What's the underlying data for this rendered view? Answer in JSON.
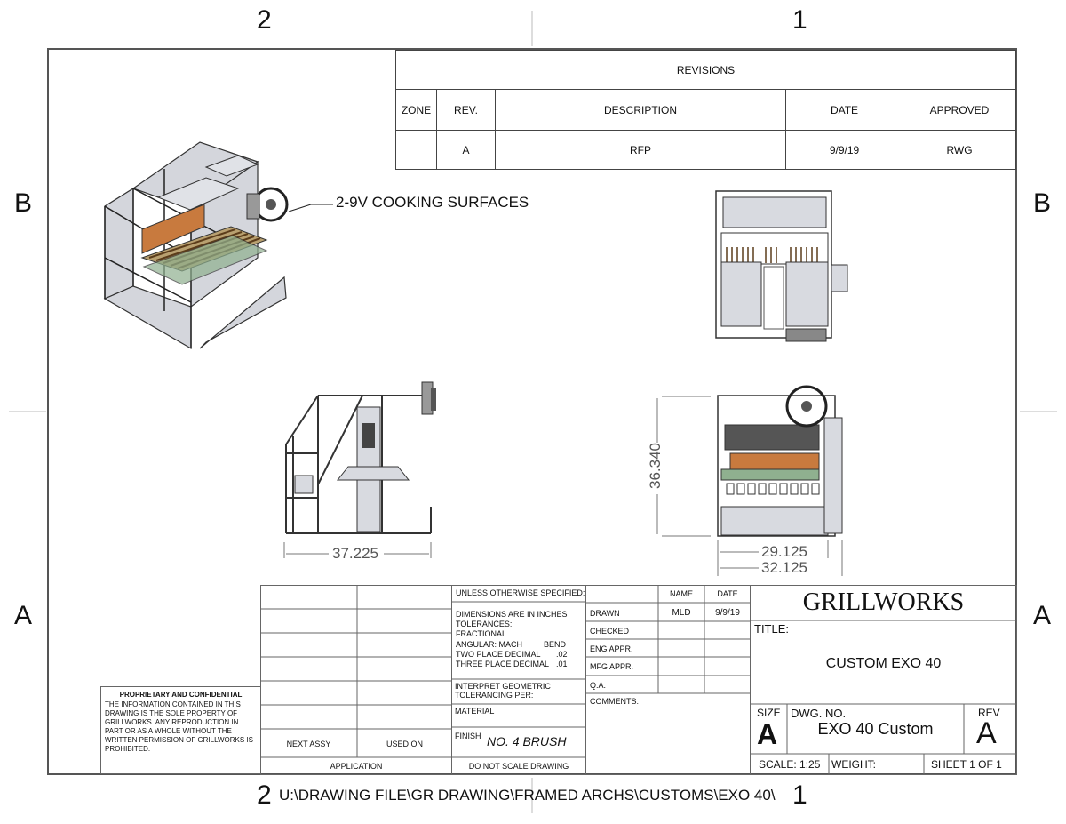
{
  "zones": {
    "top_left": "2",
    "top_right": "1",
    "left_top": "B",
    "right_top": "B",
    "left_bottom": "A",
    "right_bottom": "A",
    "bottom_left": "2",
    "bottom_right": "1"
  },
  "revisions": {
    "title": "REVISIONS",
    "headers": [
      "ZONE",
      "REV.",
      "DESCRIPTION",
      "DATE",
      "APPROVED"
    ],
    "rows": [
      [
        "",
        "A",
        "RFP",
        "9/9/19",
        "RWG"
      ]
    ]
  },
  "callout": "2-9V COOKING SURFACES",
  "dimensions": {
    "side_depth": "37.225",
    "front_height": "36.340",
    "front_width_inner": "29.125",
    "front_width_outer": "32.125"
  },
  "title_block": {
    "unless": "UNLESS OTHERWISE SPECIFIED:",
    "dims_in_inches": "DIMENSIONS ARE IN INCHES",
    "tolerances": "TOLERANCES:",
    "fractional": "FRACTIONAL",
    "angular": "ANGULAR: MACH",
    "bend": "BEND",
    "two_place": "TWO PLACE DECIMAL",
    "two_place_val": ".02",
    "three_place": "THREE PLACE DECIMAL",
    "three_place_val": ".01",
    "interpret": "INTERPRET GEOMETRIC TOLERANCING PER:",
    "material": "MATERIAL",
    "finish": "FINISH",
    "finish_value": "NO. 4 BRUSH",
    "do_not_scale": "DO NOT SCALE DRAWING",
    "next_assy": "NEXT ASSY",
    "used_on": "USED ON",
    "application": "APPLICATION",
    "name": "NAME",
    "date": "DATE",
    "drawn": "DRAWN",
    "drawn_name": "MLD",
    "drawn_date": "9/9/19",
    "checked": "CHECKED",
    "eng_appr": "ENG APPR.",
    "mfg_appr": "MFG APPR.",
    "qa": "Q.A.",
    "comments": "COMMENTS:",
    "company": "GRILLWORKS",
    "title_label": "TITLE:",
    "title_value": "CUSTOM EXO 40",
    "size_label": "SIZE",
    "size_value": "A",
    "dwg_no_label": "DWG. NO.",
    "dwg_no_value": "EXO 40 Custom",
    "rev_label": "REV",
    "rev_value": "A",
    "scale": "SCALE: 1:25",
    "weight": "WEIGHT:",
    "sheet": "SHEET 1 OF 1"
  },
  "proprietary": {
    "heading": "PROPRIETARY AND CONFIDENTIAL",
    "body": "THE INFORMATION CONTAINED IN THIS DRAWING IS THE SOLE PROPERTY OF GRILLWORKS. ANY REPRODUCTION IN PART OR AS A WHOLE WITHOUT THE WRITTEN PERMISSION OF GRILLWORKS IS PROHIBITED."
  },
  "file_path": "U:\\DRAWING FILE\\GR DRAWING\\FRAMED ARCHS\\CUSTOMS\\EXO 40\\"
}
